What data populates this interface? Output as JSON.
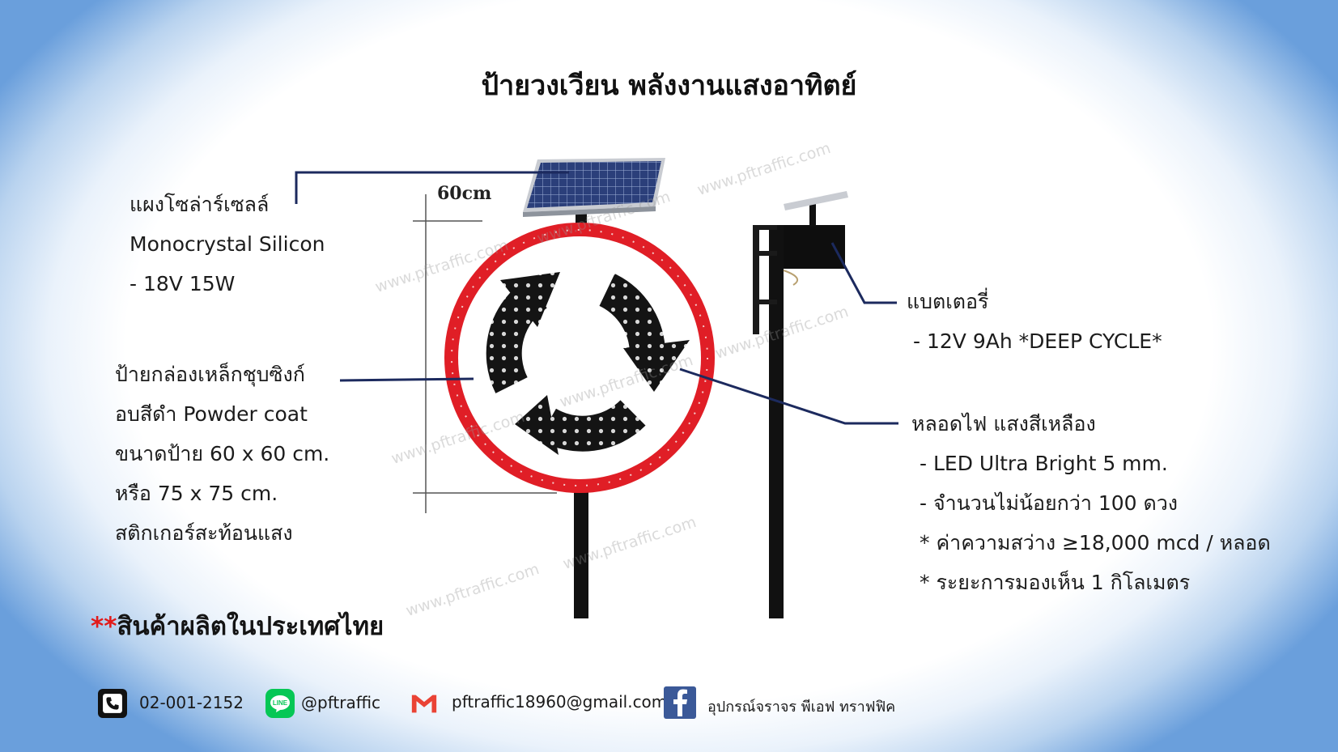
{
  "title": "ป้ายวงเวียน พลังงานแสงอาทิตย์",
  "dimension_label": "60cm",
  "watermark": "www.pftraffic.com",
  "solar_panel": {
    "lines": [
      "แผงโซล่าร์เซลล์",
      "Monocrystal Silicon",
      "- 18V 15W"
    ]
  },
  "sign_box": {
    "lines": [
      "ป้ายกล่องเหล็กชุบซิงก์",
      "อบสีดำ Powder coat",
      "ขนาดป้าย 60 x 60 cm.",
      "หรือ 75 x 75 cm.",
      "สติกเกอร์สะท้อนแสง"
    ]
  },
  "battery": {
    "lines": [
      "แบตเตอรี่",
      "- 12V 9Ah *DEEP CYCLE*"
    ]
  },
  "led": {
    "lines": [
      "หลอดไฟ แสงสีเหลือง",
      "- LED Ultra Bright 5 mm.",
      "- จำนวนไม่น้อยกว่า 100 ดวง",
      "* ค่าความสว่าง ≥18,000 mcd / หลอด",
      "* ระยะการมองเห็น 1 กิโลเมตร"
    ]
  },
  "made_in": {
    "stars": "**",
    "text": "สินค้าผลิตในประเทศไทย"
  },
  "contacts": {
    "phone": "02-001-2152",
    "line": "@pftraffic",
    "email": "pftraffic18960@gmail.com",
    "facebook": "อุปกรณ์จราจร พีเอฟ ทราฟฟิค"
  },
  "icons": {
    "phone": "phone-icon",
    "line": "line-app-icon",
    "email": "gmail-icon",
    "facebook": "facebook-icon"
  },
  "colors": {
    "sign_border": "#e01e26",
    "callout_line": "#1c2a5e",
    "line_green": "#06c755",
    "facebook_blue": "#3b5998",
    "gmail_red": "#ea4335"
  }
}
